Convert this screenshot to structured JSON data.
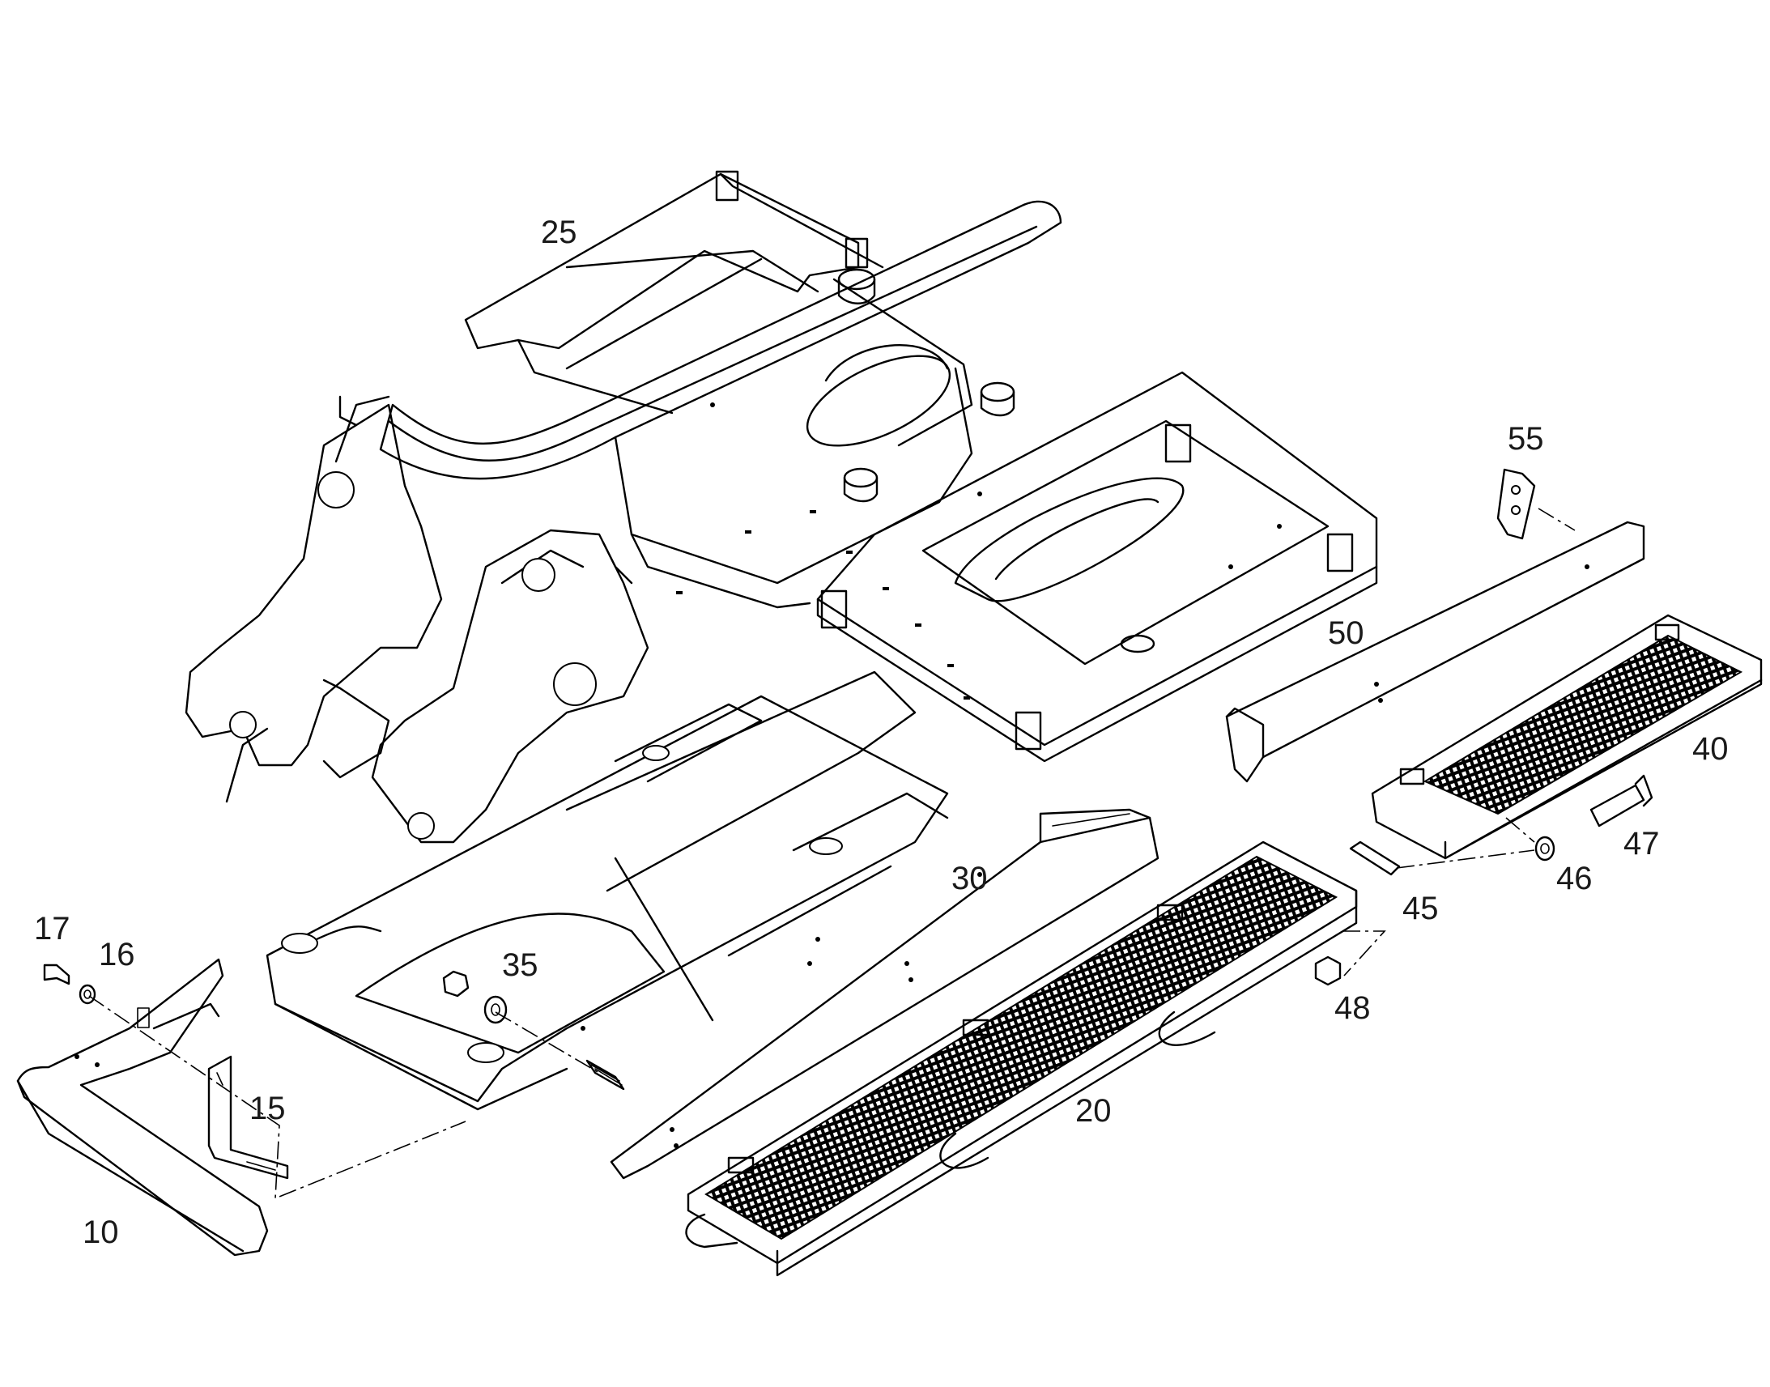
{
  "diagram": {
    "callouts": [
      {
        "id": "10",
        "label": "10"
      },
      {
        "id": "15",
        "label": "15"
      },
      {
        "id": "16",
        "label": "16"
      },
      {
        "id": "17",
        "label": "17"
      },
      {
        "id": "20",
        "label": "20"
      },
      {
        "id": "25",
        "label": "25"
      },
      {
        "id": "30",
        "label": "30"
      },
      {
        "id": "35",
        "label": "35"
      },
      {
        "id": "40",
        "label": "40"
      },
      {
        "id": "45",
        "label": "45"
      },
      {
        "id": "46",
        "label": "46"
      },
      {
        "id": "47",
        "label": "47"
      },
      {
        "id": "48",
        "label": "48"
      },
      {
        "id": "50",
        "label": "50"
      },
      {
        "id": "55",
        "label": "55"
      }
    ]
  }
}
